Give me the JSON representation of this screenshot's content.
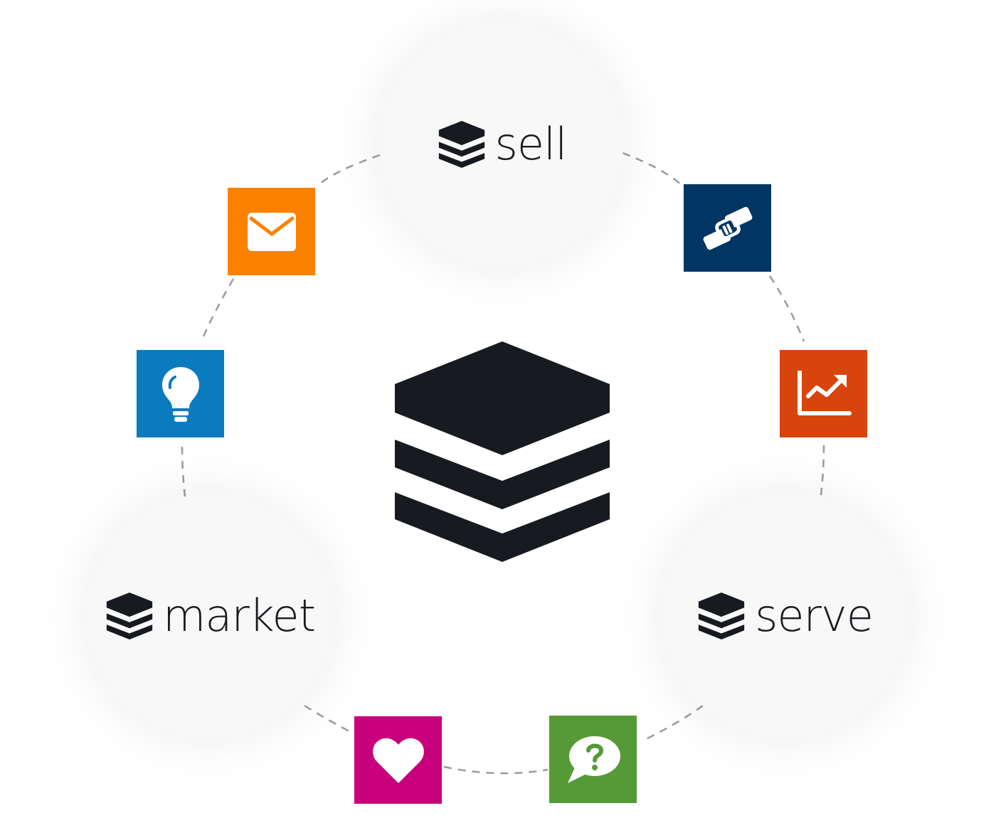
{
  "center": {
    "icon": "layers-logo-icon"
  },
  "nodes": {
    "sell": {
      "label": "sell",
      "icon": "layers-logo-icon"
    },
    "market": {
      "label": "market",
      "icon": "layers-logo-icon"
    },
    "serve": {
      "label": "serve",
      "icon": "layers-logo-icon"
    }
  },
  "tiles": {
    "email": {
      "icon": "envelope-icon",
      "color": "#fd8100"
    },
    "idea": {
      "icon": "lightbulb-icon",
      "color": "#0a7bbe"
    },
    "handshake": {
      "icon": "handshake-icon",
      "color": "#003564"
    },
    "growth": {
      "icon": "trending-chart-icon",
      "color": "#d7450c"
    },
    "heart": {
      "icon": "heart-icon",
      "color": "#c8007b"
    },
    "question": {
      "icon": "question-bubble-icon",
      "color": "#559a37"
    }
  },
  "colors": {
    "ink": "#171a1f",
    "circle_fill": "#f8f8f8",
    "connector": "#9a9a9a"
  }
}
